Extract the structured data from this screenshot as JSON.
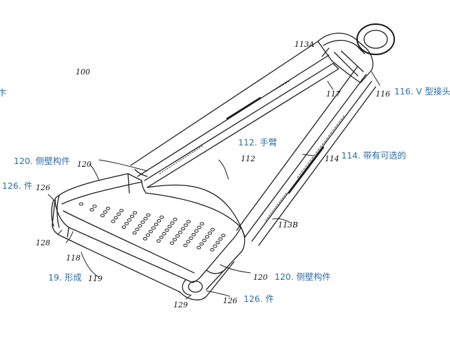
{
  "annotations": {
    "a116": "116. V 型接头",
    "a112": "112. 手臂",
    "a114": "114. 带有可选的",
    "a120_top": "120. 侧壁构件",
    "a126_left": "126. 件",
    "a19": "19. 形成",
    "a120_bottom": "120. 侧壁构件",
    "a126_bottom": "126. 件",
    "edge_glyph": "卞"
  },
  "drawing_labels": {
    "r100": "100",
    "r113a": "113A",
    "r116": "116",
    "r117": "117",
    "r112": "112",
    "r114": "114",
    "r120_top": "120",
    "r126": "126",
    "r128": "128",
    "r118": "118",
    "r119": "119",
    "r120_bottom": "120",
    "r126_bottom": "126",
    "r129": "129",
    "r113b": "113B"
  }
}
